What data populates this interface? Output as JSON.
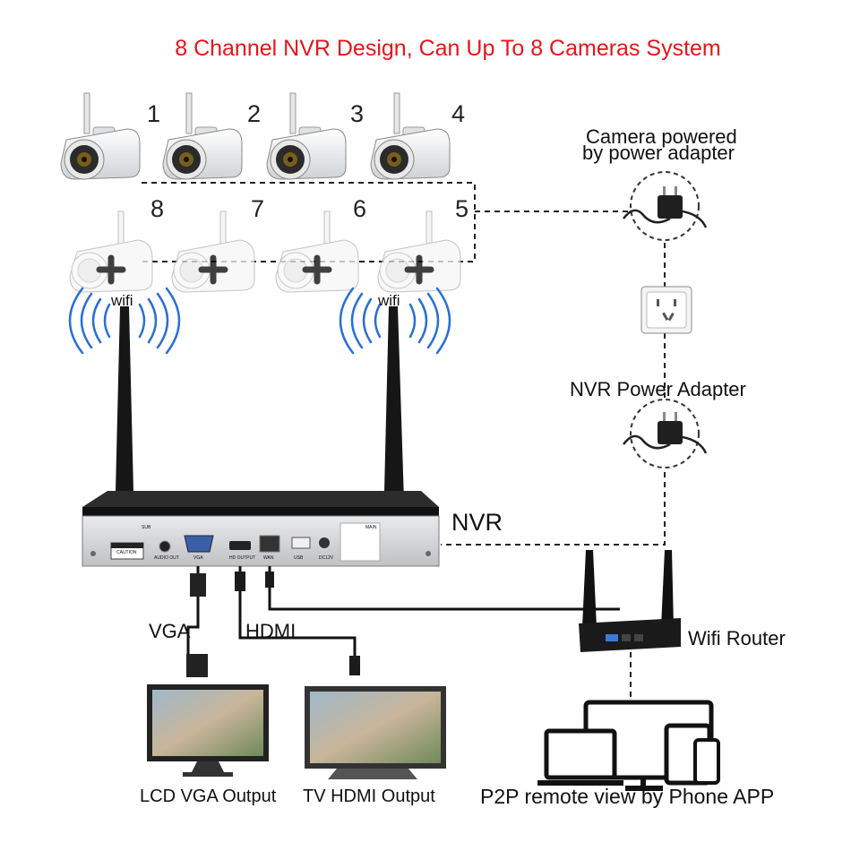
{
  "title": "8 Channel NVR Design, Can Up To 8 Cameras System",
  "cameras": {
    "top_numbers": [
      "1",
      "2",
      "3",
      "4"
    ],
    "bottom_numbers": [
      "8",
      "7",
      "6",
      "5"
    ]
  },
  "wifi_label": "wifi",
  "labels": {
    "camera_power_line1": "Camera powered",
    "camera_power_line2": "by power adapter",
    "nvr_power_adapter": "NVR Power Adapter",
    "nvr": "NVR",
    "vga": "VGA",
    "hdmi": "HDMI",
    "wifi_router": "Wifi Router",
    "lcd_vga_output": "LCD VGA Output",
    "tv_hdmi_output": "TV HDMI Output",
    "p2p_remote": "P2P remote view by Phone APP"
  },
  "nvr_ports": [
    "AUDIO OUT",
    "VGA",
    "HD OUTPUT",
    "WAN",
    "USB",
    "DC12V"
  ],
  "nvr_caution": "CAUTION",
  "nvr_antenna_marks": [
    "SUB",
    "MAIN"
  ],
  "colors": {
    "title": "#e8141b",
    "wifi_waves": "#2a6fd6",
    "nvr_body": "#1d1d1d",
    "nvr_front": "#d9dadc"
  }
}
